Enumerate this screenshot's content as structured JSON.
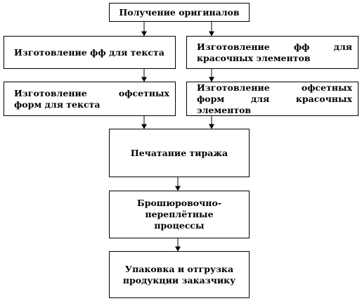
{
  "nodes": {
    "receive_originals": "Получение оригиналов",
    "text_ff": "Изготовление фф для текста",
    "color_ff": "Изготовление фф для красочных элементов",
    "text_offset_forms": "Изготовление офсетных форм для текста",
    "color_offset_forms": "Изготовление офсетных форм для красочных элементов",
    "print_run": "Печатание тиража",
    "binding": "Брошюровочно-переплётные процессы",
    "packing_shipping": "Упаковка и отгрузка продукции заказчику"
  }
}
